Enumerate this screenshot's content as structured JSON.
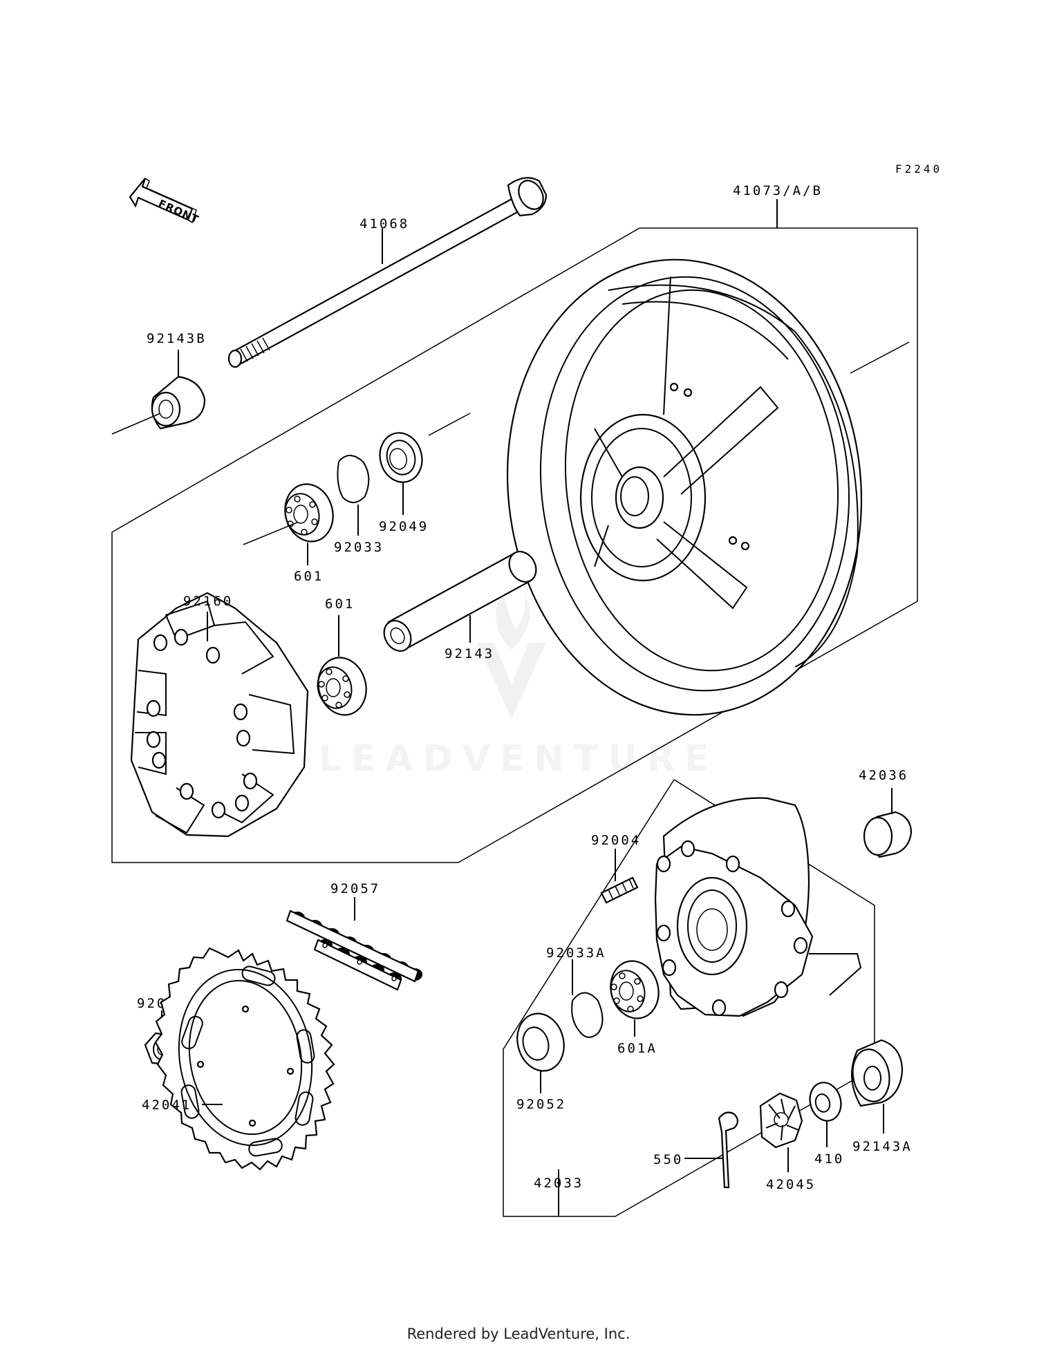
{
  "figure_code": "F2240",
  "front_label": "FRONT",
  "watermark": "LEADVENTURE",
  "footer": "Rendered by LeadVenture, Inc.",
  "part_labels": {
    "p41068": "41068",
    "p41073": "41073/A/B",
    "p92143B": "92143B",
    "p92049": "92049",
    "p92033": "92033",
    "p601_top": "601",
    "p92160": "92160",
    "p601_mid": "601",
    "p92143": "92143",
    "p42036": "42036",
    "p92004": "92004",
    "p92057": "92057",
    "p92033A": "92033A",
    "p601A": "601A",
    "p92015": "92015",
    "p92052": "92052",
    "p42041": "42041",
    "p550": "550",
    "p42033": "42033",
    "p42045": "42045",
    "p410": "410",
    "p92143A": "92143A"
  }
}
